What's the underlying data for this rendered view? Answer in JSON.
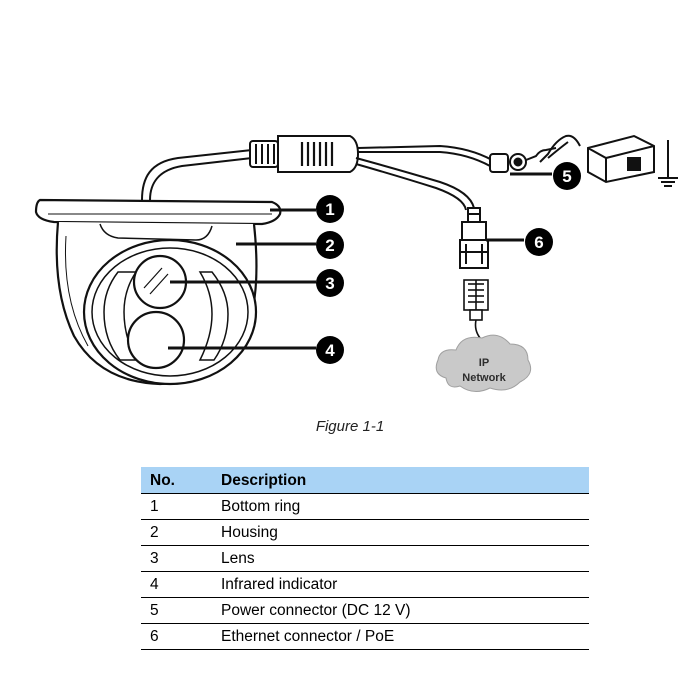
{
  "figure": {
    "callouts": [
      "1",
      "2",
      "3",
      "4",
      "5",
      "6"
    ],
    "cloud_line1": "IP",
    "cloud_line2": "Network",
    "caption": "Figure 1-1"
  },
  "table": {
    "headers": {
      "no": "No.",
      "description": "Description"
    },
    "rows": [
      {
        "no": "1",
        "description": "Bottom ring"
      },
      {
        "no": "2",
        "description": "Housing"
      },
      {
        "no": "3",
        "description": "Lens"
      },
      {
        "no": "4",
        "description": "Infrared indicator"
      },
      {
        "no": "5",
        "description": "Power connector (DC 12 V)"
      },
      {
        "no": "6",
        "description": "Ethernet connector / PoE"
      }
    ],
    "header_color": "#a9d3f5"
  }
}
